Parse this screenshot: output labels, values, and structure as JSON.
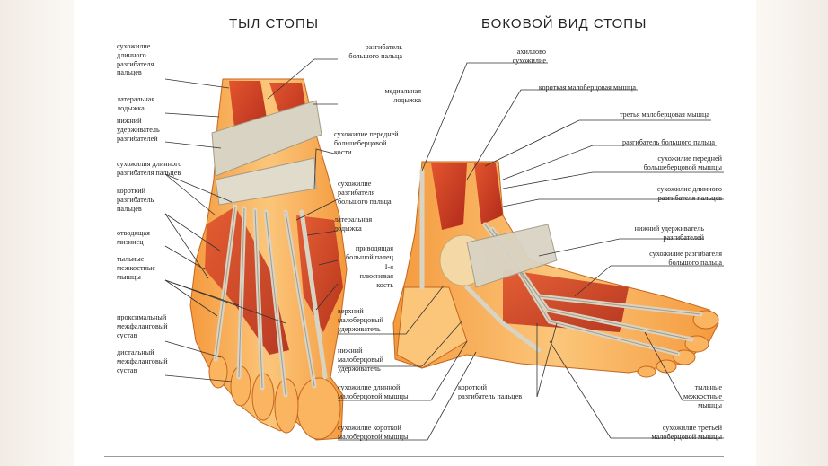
{
  "titles": {
    "dorsum": "ТЫЛ СТОПЫ",
    "lateral": "БОКОВОЙ ВИД СТОПЫ"
  },
  "left_labels": [
    "сухожилие\nдлинного\nразгибателя\nпальцев",
    "латеральная\nлодыжка",
    "нижний\nудерживатель\nразгибателей",
    "сухожилия длинного\nразгибателя пальцев",
    "короткий\nразгибатель\nпальцев",
    "отводящая\nмизинец",
    "тыльные\nмежкостные\nмышцы",
    "проксимальный\nмежфаланговый\nсустав",
    "дистальный\nмежфаланговый\nсустав"
  ],
  "middle_labels": [
    "разгибатель\nбольшого пальца",
    "медиальная\nлодыжка",
    "сухожилие передней\nбольшеберцовой\nкости",
    "сухожилие\nразгибателя\nбольшого пальца",
    "латеральная\nлодыжка",
    "приводящая\nбольшой палец",
    "I-я\nплюсневая\nкость",
    "верхний\nмалоберцовый\nудерживатель",
    "нижний\nмалоберцовый\nудерживатель",
    "сухожилие длинной\nмалоберцовой мышцы",
    "сухожилие короткой\nмалоберцовой мышцы"
  ],
  "right_labels": [
    "ахиллово\nсухожилие",
    "короткая малоберцовая мышца",
    "третья малоберцовая мышца",
    "разгибатель большого пальца",
    "сухожилие передней\nбольшеберцовой мышцы",
    "сухожилие длинного\nразгибателя пальцев",
    "нижний удерживатель\nразгибателей",
    "сухожилие разгибателя\nбольшого пальца",
    "короткий\nразгибатель пальцев",
    "тыльные\nмежкостные\nмышцы",
    "сухожилие третьей\nмалоберцовой мышцы"
  ],
  "colors": {
    "skin": "#f6a24d",
    "skin_light": "#fbc67a",
    "muscle": "#d8442a",
    "muscle_dark": "#b02a1a",
    "tendon": "#d9d3c4",
    "tendon_shade": "#a49c88",
    "leader": "#333333"
  }
}
